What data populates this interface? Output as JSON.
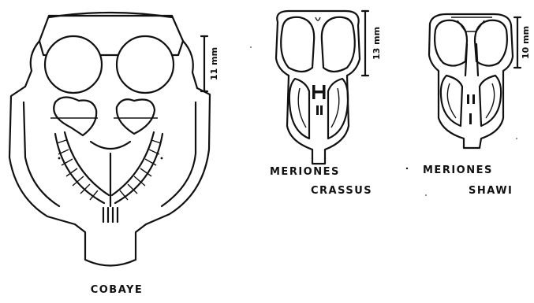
{
  "figure": {
    "specimens": [
      {
        "id": "cobaye",
        "label": "COBAYE",
        "scale_bar": "11 mm"
      },
      {
        "id": "meriones-crassus",
        "label_line1": "MERIONES",
        "label_line2": "CRASSUS",
        "scale_bar": "13 mm"
      },
      {
        "id": "meriones-shawi",
        "label_line1": "MERIONES",
        "label_line2": "SHAWI",
        "scale_bar": "10 mm"
      }
    ]
  }
}
